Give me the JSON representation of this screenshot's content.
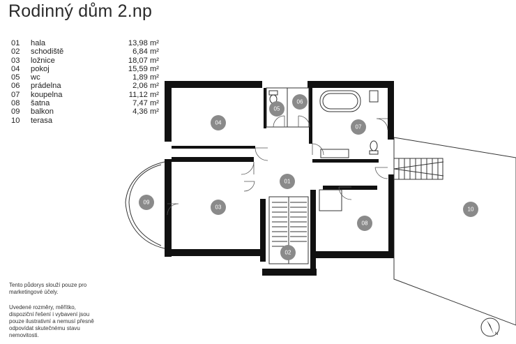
{
  "title": "Rodinný dům 2.np",
  "rooms": [
    {
      "num": "01",
      "name": "hala",
      "area": "13,98 m²"
    },
    {
      "num": "02",
      "name": "schodiště",
      "area": "6,84 m²"
    },
    {
      "num": "03",
      "name": "ložnice",
      "area": "18,07 m²"
    },
    {
      "num": "04",
      "name": "pokoj",
      "area": "15,59 m²"
    },
    {
      "num": "05",
      "name": "wc",
      "area": "1,89 m²"
    },
    {
      "num": "06",
      "name": "prádelna",
      "area": "2,06 m²"
    },
    {
      "num": "07",
      "name": "koupelna",
      "area": "11,12 m²"
    },
    {
      "num": "08",
      "name": "šatna",
      "area": "7,47 m²"
    },
    {
      "num": "09",
      "name": "balkon",
      "area": "4,36 m²"
    },
    {
      "num": "10",
      "name": "terasa",
      "area": ""
    }
  ],
  "disclaimer": {
    "line1": "Tento půdorys slouží pouze pro marketingové účely.",
    "line2": "Uvedené rozměry, měřítko, dispoziční řešení i vybavení jsou pouze ilustrativní a nemusí přesně odpovídat skutečnému stavu nemovitosti."
  },
  "badges": {
    "b01": "01",
    "b02": "02",
    "b03": "03",
    "b04": "04",
    "b05": "05",
    "b06": "06",
    "b07": "07",
    "b08": "08",
    "b09": "09",
    "b10": "10"
  },
  "compass": {
    "label": "N"
  },
  "colors": {
    "wall": "#111111",
    "badge": "#8a8a8a",
    "text": "#222222"
  }
}
